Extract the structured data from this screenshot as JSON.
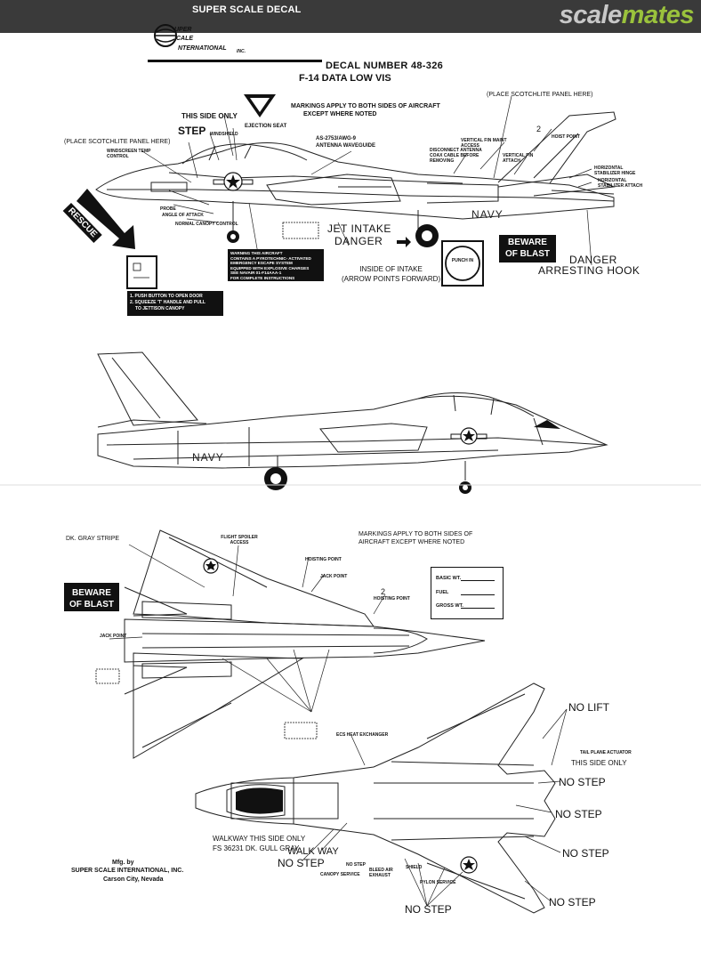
{
  "site": {
    "decal_title": "SUPER SCALE DECAL",
    "brand_part1": "scale",
    "brand_part2": "mates",
    "brand_color": "#9ac23c"
  },
  "logo": {
    "line1": "UPER",
    "line2": "CALE",
    "line3": "NTERNATIONAL",
    "suffix": "INC."
  },
  "header": {
    "decal_number": "DECAL NUMBER 48-326",
    "subtitle": "F-14 DATA  LOW VIS"
  },
  "side_view_1": {
    "markings_note_l1": "MARKINGS APPLY TO BOTH SIDES OF AIRCRAFT",
    "markings_note_l2": "EXCEPT WHERE NOTED",
    "scotchlite_right": "(PLACE SCOTCHLITE PANEL HERE)",
    "scotchlite_left": "(PLACE SCOTCHLITE PANEL HERE)",
    "this_side_only": "THIS SIDE ONLY",
    "step": "STEP",
    "ejection_seat": "EJECTION SEAT",
    "waveguide_l1": "AS-2753/AWG-9",
    "waveguide_l2": "ANTENNA WAVEGUIDE",
    "jet_intake": "JET INTAKE",
    "danger": "DANGER",
    "inside_intake_l1": "INSIDE OF INTAKE",
    "inside_intake_l2": "(ARROW POINTS FORWARD)",
    "beware_l1": "BEWARE",
    "beware_l2": "OF BLAST",
    "danger_hook_l1": "DANGER",
    "danger_hook_l2": "ARRESTING HOOK",
    "navy": "NAVY",
    "rescue": "RESCUE",
    "punch_in": "PUNCH IN",
    "warning_l1": "WARNING THIS AIRCRAFT",
    "warning_l2": "CONTAINS A PYROTECHNIC- ACTIVATED",
    "warning_l3": "EMERGENCY ESCAPE SYSTEM",
    "warning_l4": "EQUIPPED WITH EXPLOSIVE CHARGES",
    "warning_l5": "SEE NAVAIR 01-F14AAA-1",
    "warning_l6": "FOR COMPLETE INSTRUCTIONS",
    "canopy_l1": "1. PUSH BUTTON TO OPEN DOOR",
    "canopy_l2": "2. SQUEEZE 'T' HANDLE AND PULL",
    "canopy_l3": "TO JETTISON CANOPY",
    "num_2": "2",
    "small_labels": [
      "WINDSHIELD",
      "HOIST POINT",
      "VERTICAL FIN MAINT ACCESS",
      "DISCONNECT ANTENNA COAX CABLE BEFORE REMOVING",
      "VERTICAL FIN ATTACH",
      "HORIZONTAL STABILIZER HINGE",
      "HORIZONTAL STABILIZER ATTACH",
      "PROBE",
      "ANGLE OF ATTACK",
      "NORMAL CANOPY CONTROL",
      "WINDSCREEN TEMP CONTROL"
    ]
  },
  "side_view_2": {
    "navy": "NAVY"
  },
  "plan_view": {
    "gray_stripe": "DK. GRAY STRIPE",
    "markings_note_l1": "MARKINGS APPLY TO BOTH SIDES OF",
    "markings_note_l2": "AIRCRAFT EXCEPT WHERE NOTED",
    "beware_l1": "BEWARE",
    "beware_l2": "OF BLAST",
    "basic_wt": "BASIC WT.",
    "fuel": "FUEL",
    "gross_wt": "GROSS WT.",
    "num_2": "2",
    "small_labels": [
      "FLIGHT SPOILER ACCESS",
      "HOISTING POINT",
      "JACK POINT",
      "HOISTING POINT",
      "JACK POINT"
    ]
  },
  "underside": {
    "no_lift": "NO LIFT",
    "this_side_only": "THIS SIDE ONLY",
    "no_step": "NO STEP",
    "walkway_l1": "WALKWAY THIS SIDE ONLY",
    "walkway_l2": "FS 36231 DK. GULL GRAY",
    "walk_way": "WALK WAY",
    "heat_exchanger": "ECS HEAT EXCHANGER",
    "small_labels": [
      "CANOPY SERVICE",
      "NO STEP",
      "BLEED AIR EXHAUST",
      "PYLON SERVICE",
      "SHIELD",
      "TAIL PLANE ACTUATOR"
    ]
  },
  "footer": {
    "mfg": "Mfg. by",
    "company": "SUPER SCALE INTERNATIONAL, INC.",
    "city": "Carson City, Nevada"
  }
}
